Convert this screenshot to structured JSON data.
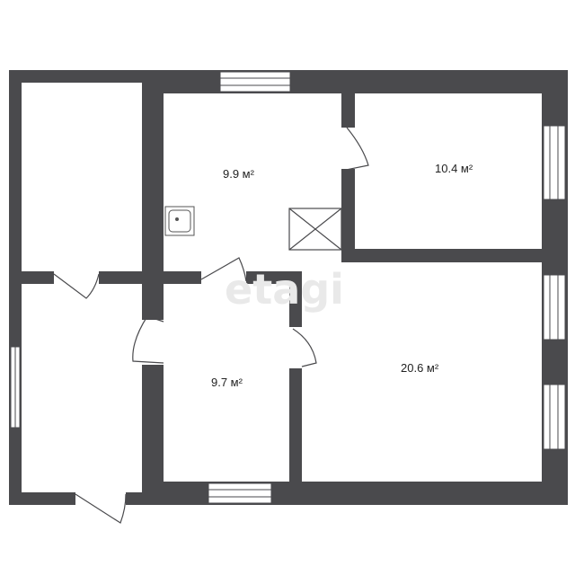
{
  "plan": {
    "wall_color": "#4a4a4d",
    "floor_color": "#ffffff",
    "line_color": "#4a4a4d",
    "rooms": [
      {
        "id": "kitchen",
        "area": "9.9 м²"
      },
      {
        "id": "bedroom",
        "area": "10.4 м²"
      },
      {
        "id": "hall",
        "area": "9.7 м²"
      },
      {
        "id": "living",
        "area": "20.6 м²"
      }
    ],
    "watermark": "etagi",
    "icons": [
      "sink-icon",
      "vent-shaft-icon"
    ]
  }
}
